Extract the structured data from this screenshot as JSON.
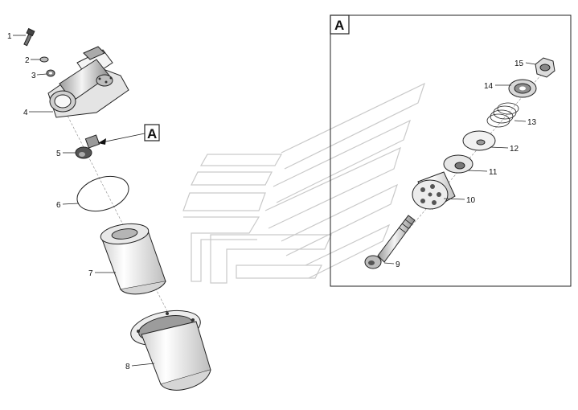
{
  "detail": {
    "callout_letter": "A",
    "box_letter": "A"
  },
  "parts": [
    {
      "num": "1",
      "name": "bolt"
    },
    {
      "num": "2",
      "name": "washer"
    },
    {
      "num": "3",
      "name": "nut"
    },
    {
      "num": "4",
      "name": "filter-head"
    },
    {
      "num": "5",
      "name": "bypass-valve"
    },
    {
      "num": "6",
      "name": "o-ring"
    },
    {
      "num": "7",
      "name": "filter-element"
    },
    {
      "num": "8",
      "name": "filter-bowl"
    },
    {
      "num": "9",
      "name": "stud-bolt"
    },
    {
      "num": "10",
      "name": "valve-body"
    },
    {
      "num": "11",
      "name": "seal-washer"
    },
    {
      "num": "12",
      "name": "valve-disc"
    },
    {
      "num": "13",
      "name": "spring"
    },
    {
      "num": "14",
      "name": "spring-seat"
    },
    {
      "num": "15",
      "name": "lock-nut"
    }
  ],
  "colors": {
    "line": "#222222",
    "fill_light": "#f2f2f2",
    "fill_mid": "#cfcfcf",
    "fill_dark": "#8a8a8a",
    "watermark": "#c9c9c9"
  }
}
